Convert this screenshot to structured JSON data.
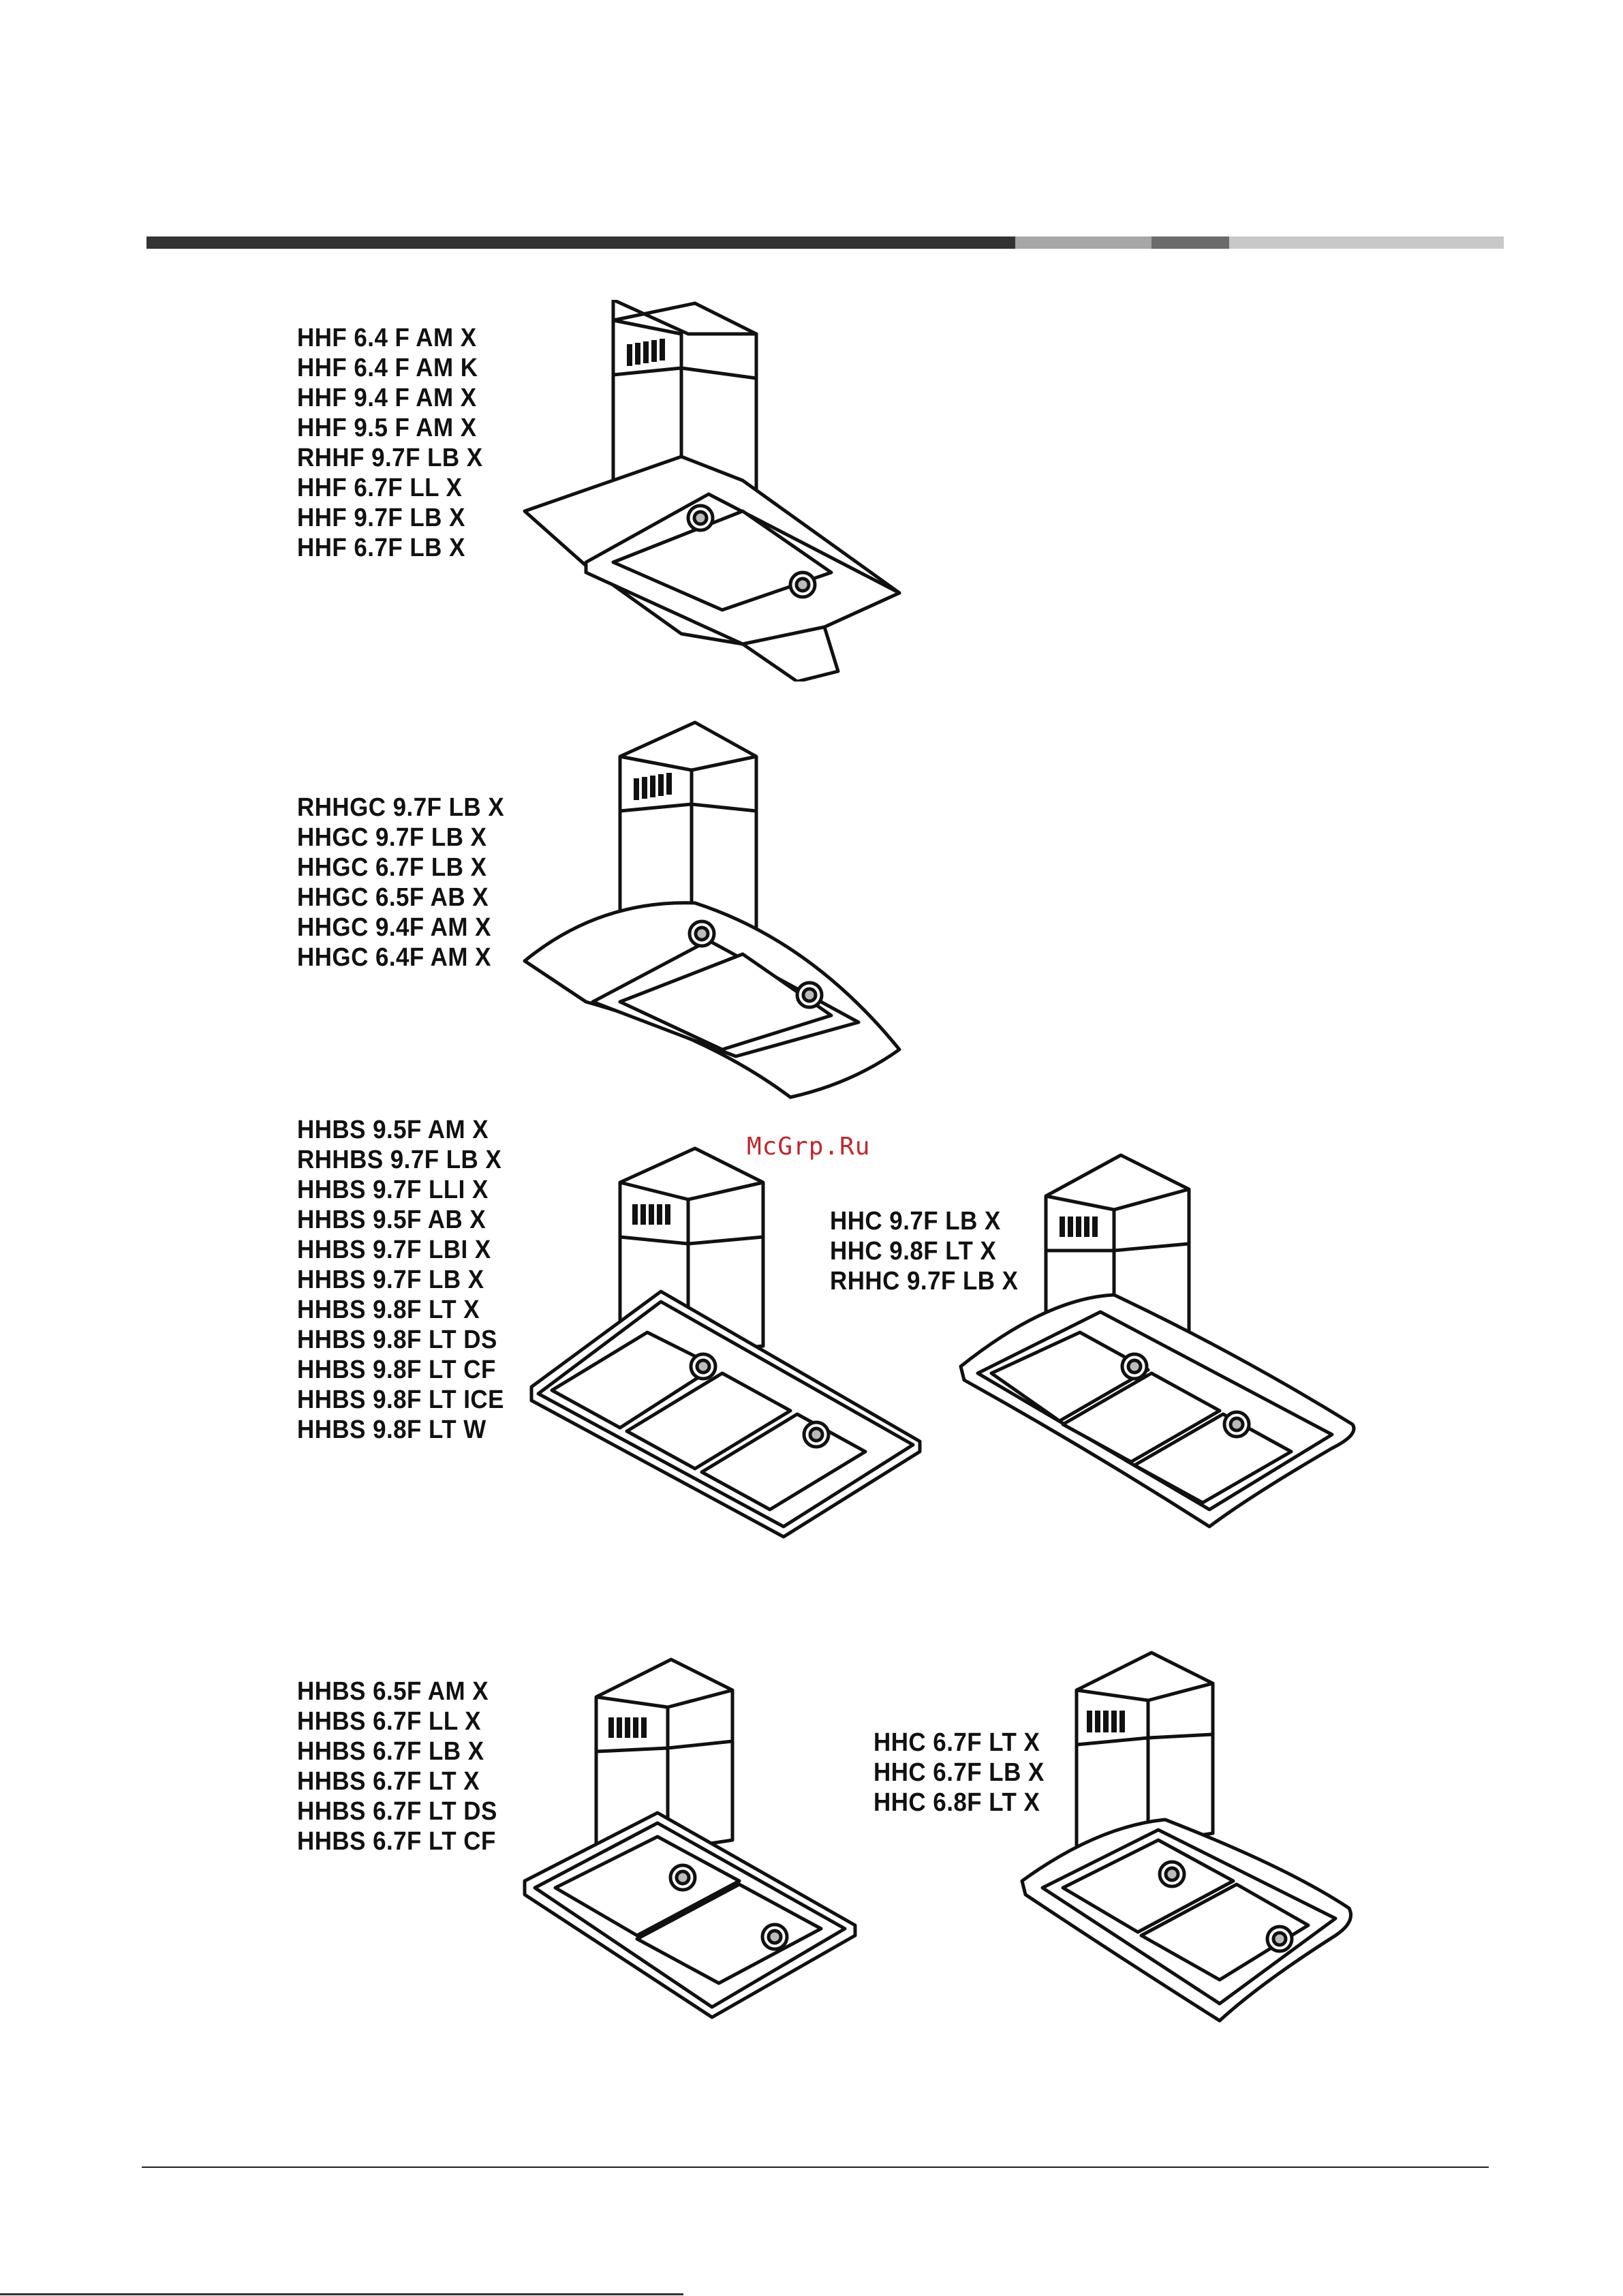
{
  "groups": [
    {
      "models": [
        "HHF 6.4 F AM X",
        "HHF 6.4 F AM K",
        "HHF 9.4 F AM X",
        "HHF 9.5 F AM X",
        "RHHF 9.7F LB X",
        "HHF 6.7F LL X",
        "HHF 9.7F LB X",
        "HHF 6.7F LB X"
      ]
    },
    {
      "models": [
        "RHHGC 9.7F LB X",
        "HHGC 9.7F LB X",
        "HHGC 6.7F LB X",
        "HHGC 6.5F AB X",
        "HHGC 9.4F AM X",
        "HHGC 6.4F AM X"
      ]
    },
    {
      "models": [
        "HHBS 9.5F AM X",
        "RHHBS 9.7F LB X",
        "HHBS 9.7F LLI X",
        "HHBS 9.5F AB X",
        "HHBS 9.7F LBI X",
        "HHBS 9.7F LB X",
        "HHBS 9.8F LT X",
        "HHBS 9.8F LT DS",
        "HHBS 9.8F LT CF",
        "HHBS 9.8F LT ICE",
        "HHBS 9.8F LT W"
      ]
    },
    {
      "models": [
        "HHC 9.7F LB X",
        "HHC 9.8F LT X",
        "RHHC 9.7F LB X"
      ]
    },
    {
      "models": [
        "HHBS 6.5F AM X",
        "HHBS 6.7F LL X",
        "HHBS 6.7F LB X",
        "HHBS 6.7F LT X",
        "HHBS 6.7F LT DS",
        "HHBS 6.7F LT CF"
      ]
    },
    {
      "models": [
        "HHC 6.7F LT X",
        "HHC 6.7F LB X",
        "HHC 6.8F LT X"
      ]
    }
  ],
  "watermark": "McGrp.Ru",
  "colors": {
    "bar_dark": "#333333",
    "bar_mid": "#a6a6a6",
    "bar_dark2": "#6b6b6b",
    "bar_light": "#c8c8c8",
    "watermark": "#c0262c"
  }
}
